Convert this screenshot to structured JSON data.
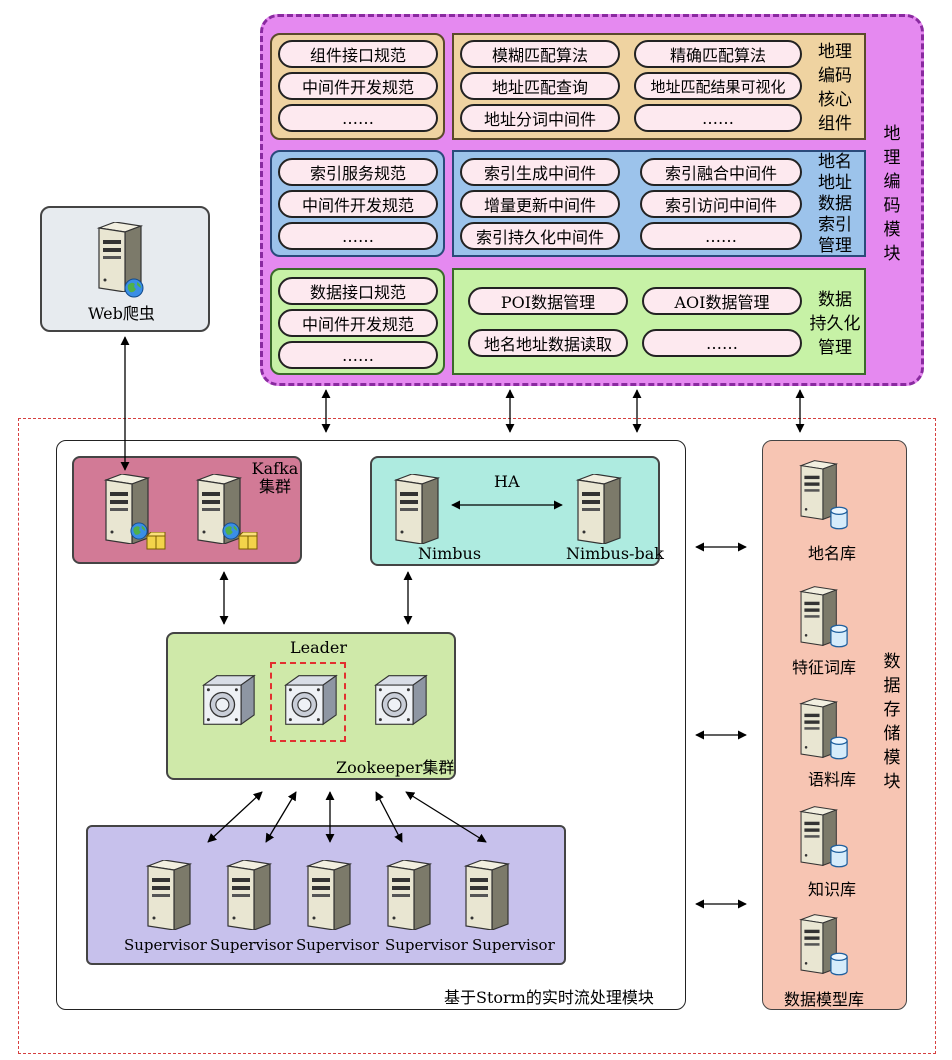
{
  "geocoding_module": {
    "title": "地\n理\n编\n码\n模\n块",
    "core": {
      "label": "地理\n编码\n核心\n组件",
      "specs": [
        "组件接口规范",
        "中间件开发规范",
        "……"
      ],
      "components": [
        "模糊匹配算法",
        "精确匹配算法",
        "地址匹配查询",
        "地址匹配结果可视化",
        "地址分词中间件",
        "……"
      ]
    },
    "index": {
      "label": "地名\n地址\n数据\n索引\n管理",
      "specs": [
        "索引服务规范",
        "中间件开发规范",
        "……"
      ],
      "components": [
        "索引生成中间件",
        "索引融合中间件",
        "增量更新中间件",
        "索引访问中间件",
        "索引持久化中间件",
        "……"
      ]
    },
    "persistence": {
      "label": "数据\n持久化\n管理",
      "specs": [
        "数据接口规范",
        "中间件开发规范",
        "……"
      ],
      "components": [
        "POI数据管理",
        "AOI数据管理",
        "地名地址数据读取",
        "……"
      ]
    }
  },
  "web_crawler": {
    "label": "Web爬虫"
  },
  "storm_module": {
    "label": "基于Storm的实时流处理模块",
    "kafka": {
      "label": "Kafka\n集群"
    },
    "nimbus": {
      "ha_label": "HA",
      "primary": "Nimbus",
      "backup": "Nimbus-bak"
    },
    "zookeeper": {
      "leader_label": "Leader",
      "label": "Zookeeper集群"
    },
    "supervisors": [
      "Supervisor",
      "Supervisor",
      "Supervisor",
      "Supervisor",
      "Supervisor"
    ]
  },
  "storage_module": {
    "title": "数\n据\n存\n储\n模\n块",
    "databases": [
      "地名库",
      "特征词库",
      "语料库",
      "知识库",
      "数据模型库"
    ]
  },
  "colors": {
    "module_purple": "#e589f0",
    "module_border": "#8a2aa0",
    "core_tan": "#efd3a1",
    "index_blue": "#9cc3eb",
    "persist_green": "#c7f2a6",
    "kafka_rose": "#d27a96",
    "nimbus_teal": "#aeebe0",
    "zookeeper_green": "#cfe9a9",
    "supervisor_lavender": "#c7c1ec",
    "storage_salmon": "#f7c5b3",
    "pill_pink": "#fde9ef",
    "leader_red": "#e23030"
  }
}
